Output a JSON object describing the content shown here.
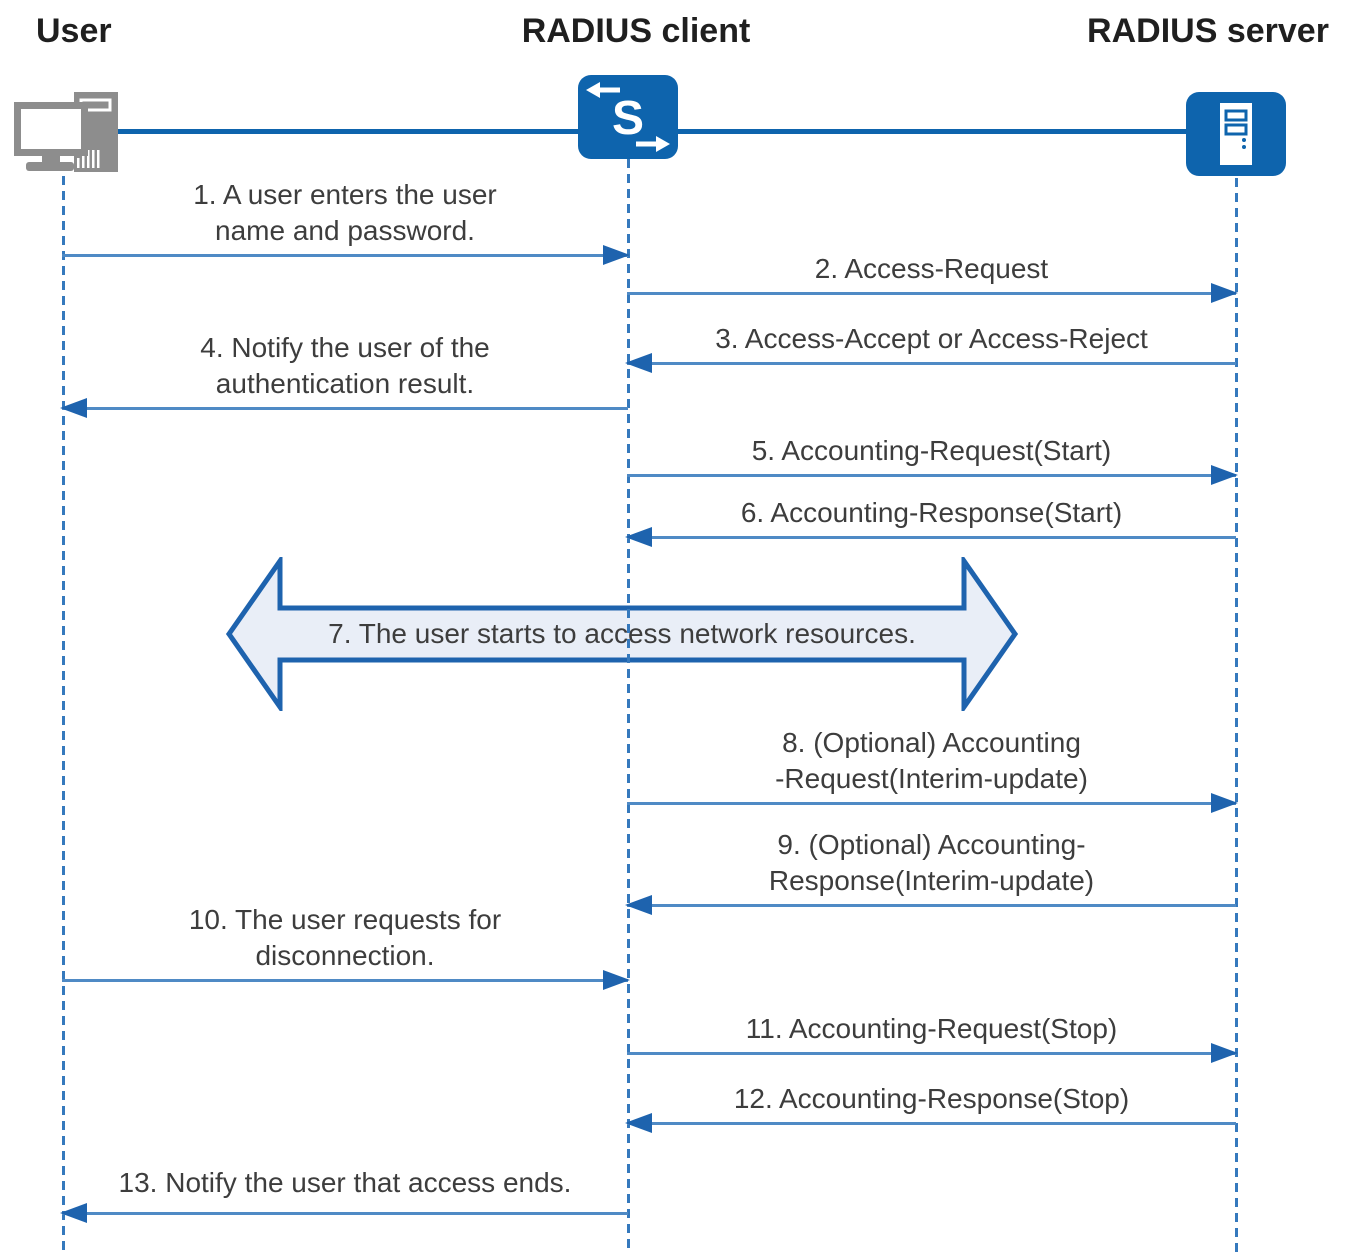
{
  "diagram": {
    "actors": [
      {
        "label": "User",
        "icon": "desktop-computer-icon"
      },
      {
        "label": "RADIUS client",
        "icon": "switch-icon",
        "icon_letter": "S"
      },
      {
        "label": "RADIUS server",
        "icon": "server-icon"
      }
    ],
    "messages": [
      {
        "label": "1. A user enters the user\nname and password.",
        "from": "User",
        "to": "RADIUS client"
      },
      {
        "label": "2. Access-Request",
        "from": "RADIUS client",
        "to": "RADIUS server"
      },
      {
        "label": "3. Access-Accept or Access-Reject",
        "from": "RADIUS server",
        "to": "RADIUS client"
      },
      {
        "label": "4. Notify the user of the\nauthentication result.",
        "from": "RADIUS client",
        "to": "User"
      },
      {
        "label": "5. Accounting-Request(Start)",
        "from": "RADIUS client",
        "to": "RADIUS server"
      },
      {
        "label": "6. Accounting-Response(Start)",
        "from": "RADIUS server",
        "to": "RADIUS client"
      },
      {
        "label": "7. The user starts to access network resources.",
        "from": "User",
        "to": "RADIUS server",
        "style": "wide-double-arrow"
      },
      {
        "label": "8. (Optional) Accounting\n-Request(Interim-update)",
        "from": "RADIUS client",
        "to": "RADIUS server"
      },
      {
        "label": "9. (Optional) Accounting-\nResponse(Interim-update)",
        "from": "RADIUS server",
        "to": "RADIUS client"
      },
      {
        "label": "10. The user requests for\ndisconnection.",
        "from": "User",
        "to": "RADIUS client"
      },
      {
        "label": "11. Accounting-Request(Stop)",
        "from": "RADIUS client",
        "to": "RADIUS server"
      },
      {
        "label": "12. Accounting-Response(Stop)",
        "from": "RADIUS server",
        "to": "RADIUS client"
      },
      {
        "label": "13. Notify the user that access ends.",
        "from": "RADIUS client",
        "to": "User"
      }
    ],
    "colors": {
      "primary_blue": "#0e64ad",
      "arrow_line_blue": "#4f8ac5",
      "arrowhead_blue": "#1e63ae",
      "lifeline_blue": "#3579bd",
      "wide_arrow_fill": "#e9eef7",
      "message_text": "#3d3d3d",
      "header_text": "#1f1f1f",
      "computer_gray": "#8d8d8d"
    }
  }
}
